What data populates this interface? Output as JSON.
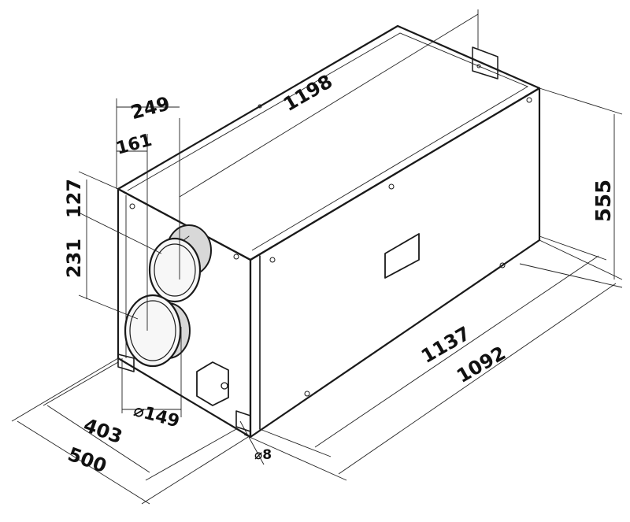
{
  "dimensions": {
    "length_outer": "1198",
    "length_base": "1137",
    "length_feet": "1092",
    "height": "555",
    "width_outer": "500",
    "width_inner": "403",
    "offset_249": "249",
    "offset_161": "161",
    "spigot_top": "127",
    "spigot_spacing": "231",
    "spigot_diameter": "⌀149",
    "hole_diameter": "⌀8"
  },
  "colors": {
    "stroke": "#1a1a1a",
    "box_top": "#e2e2e2",
    "box_front": "#f3f3f3",
    "box_side": "#e9e9e9",
    "spigot": "#d8d8d8"
  }
}
